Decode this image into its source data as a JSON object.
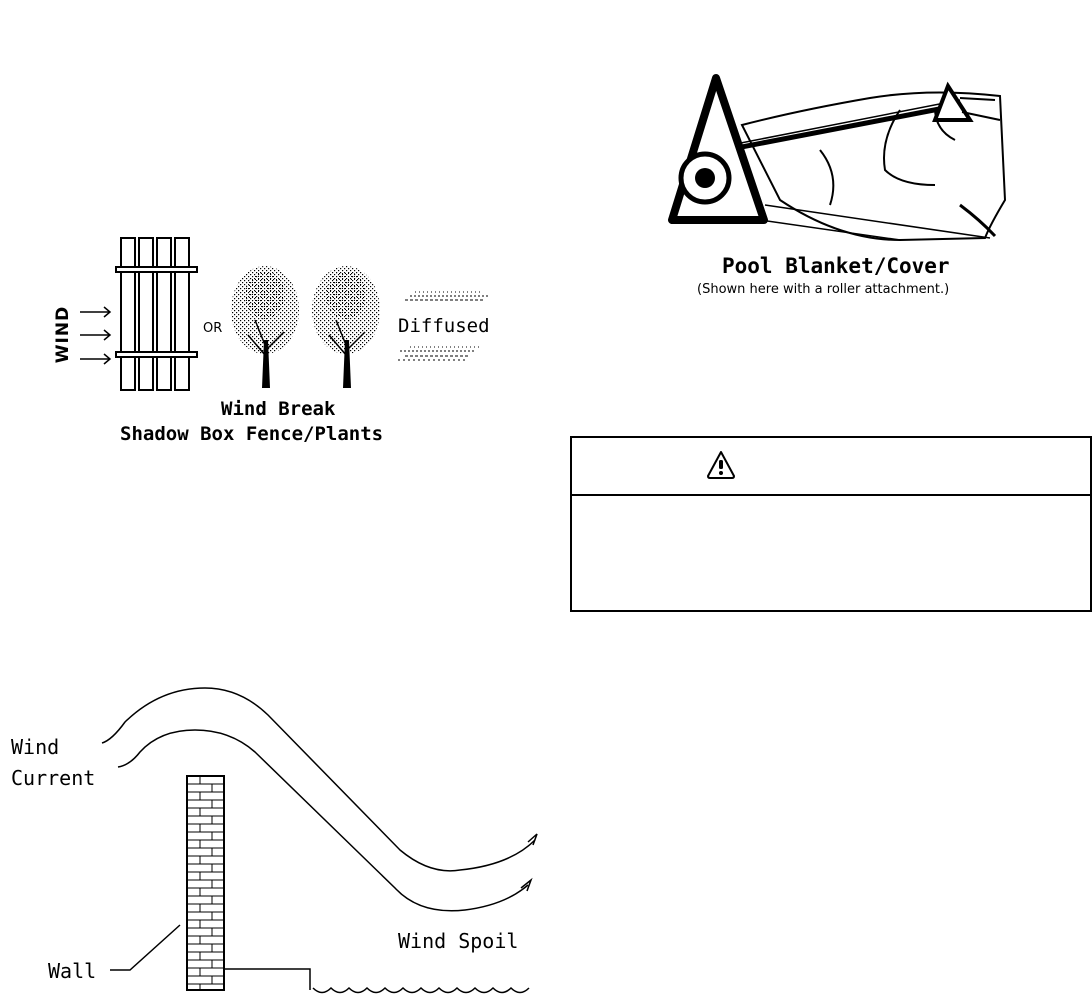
{
  "wind_break": {
    "wind_label": "WIND",
    "or_label": "OR",
    "diffused_label": "Diffused",
    "caption_line1": "Wind Break",
    "caption_line2": "Shadow Box Fence/Plants"
  },
  "pool_blanket": {
    "caption_title": "Pool Blanket/Cover",
    "caption_subtitle": "(Shown here with a roller attachment.)"
  },
  "warning": {
    "icon": "warning-triangle-icon",
    "header_text": "",
    "body_text": ""
  },
  "wind_spoil": {
    "current_label_line1": "Wind",
    "current_label_line2": "Current",
    "wall_label": "Wall",
    "spoil_label": "Wind Spoil"
  }
}
